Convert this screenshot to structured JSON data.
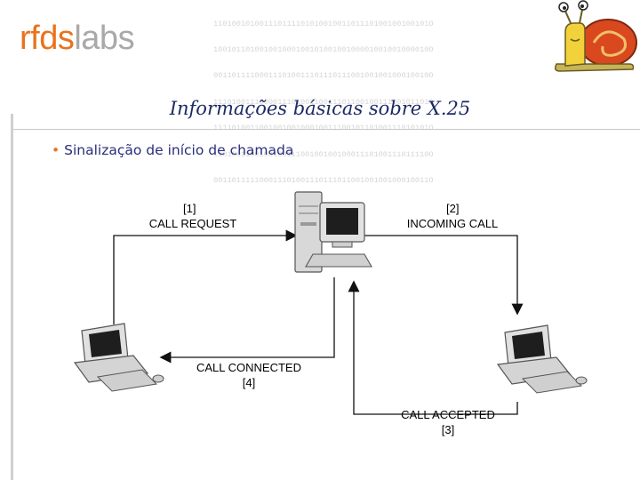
{
  "logo": {
    "part1": "rfds",
    "part2": "labs"
  },
  "binary_lines": [
    "11010010100111011110101001001101110100100100101O",
    "10010110100100100010010100100100001001001000010O",
    "00110111100011101001110111011100100100100010010O",
    "11101001110000111010011001110110010011100101101O",
    "11110100110010010010001001110010110100111010101O",
    "11010011001001001110010010010001110100111011110O",
    "00110111110001110100111011101100100100100010011O"
  ],
  "slide": {
    "title": "Informações básicas sobre X.25",
    "bullet": "Sinalização de início de chamada"
  },
  "diagram": {
    "labels": [
      {
        "id": "call-request",
        "step": "[1]",
        "text": "CALL REQUEST"
      },
      {
        "id": "incoming-call",
        "step": "[2]",
        "text": "INCOMING CALL"
      },
      {
        "id": "call-accepted",
        "step": "[3]",
        "text": "CALL ACCEPTED"
      },
      {
        "id": "call-connected",
        "step": "[4]",
        "text": "CALL CONNECTED"
      }
    ]
  }
}
